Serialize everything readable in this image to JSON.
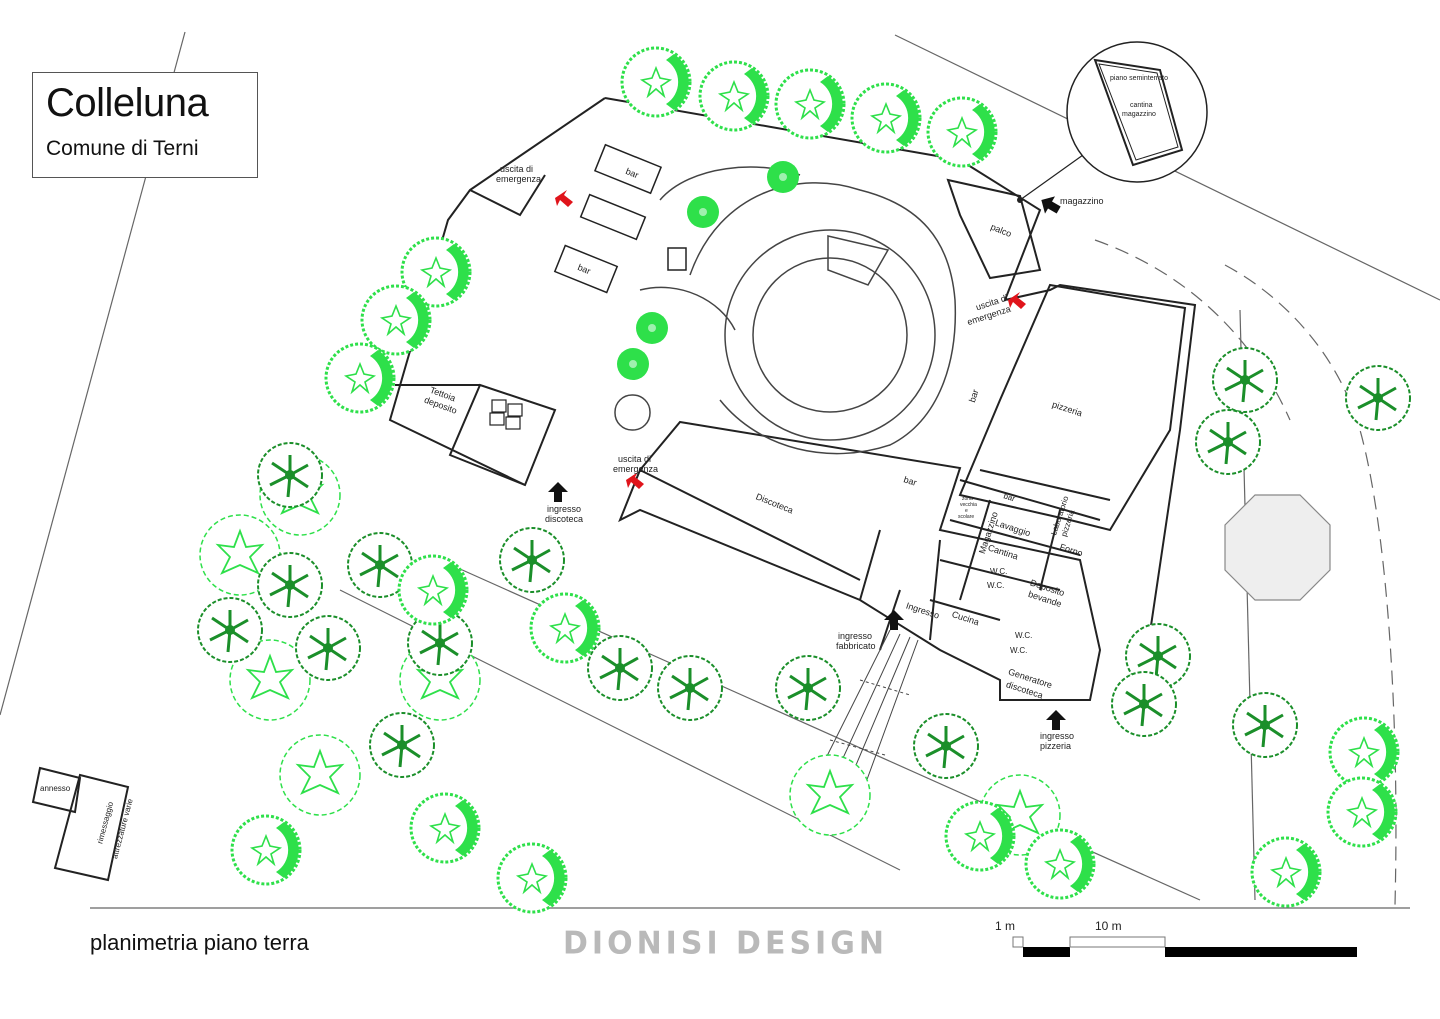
{
  "header": {
    "title": "Colleluna",
    "subtitle": "Comune di Terni"
  },
  "inset": {
    "level": "piano seminterrato",
    "room_line1": "cantina",
    "room_line2": "magazzino"
  },
  "rooms": {
    "bar_1": "bar",
    "bar_2": "bar",
    "bar_3": "bar",
    "bar_4": "bar",
    "bar_5": "bar",
    "palco": "palco",
    "pizzeria": "pizzeria",
    "discoteca": "Discoteca",
    "tettoia_line1": "Tettoia",
    "tettoia_line2": "deposito",
    "magazzino": "Magazzino",
    "lavaggio": "Lavaggio",
    "cantina": "Cantina",
    "laboratorio_line1": "Laboratorio",
    "laboratorio_line2": "pizzeria",
    "forno": "Forno",
    "wc": "W.C.",
    "deposito_line1": "Deposito",
    "deposito_line2": "bevande",
    "cucina": "Cucina",
    "ingresso": "Ingresso",
    "generatore_line1": "Generatore",
    "generatore_line2": "discoteca",
    "zona_line1": "zona",
    "zona_line2": "vecchia",
    "zona_line3": "e",
    "zona_line4": "scolare",
    "annesso": "annesso",
    "rimessaggio_line1": "rimessaggio",
    "rimessaggio_line2": "attrezzature varie"
  },
  "annotations": {
    "uscita_line1": "uscita di",
    "uscita_line2": "emergenza",
    "magazzino_access": "magazzino",
    "ingresso_discoteca_line1": "ingresso",
    "ingresso_discoteca_line2": "discoteca",
    "ingresso_fabbricato_line1": "ingresso",
    "ingresso_fabbricato_line2": "fabbricato",
    "ingresso_pizzeria_line1": "ingresso",
    "ingresso_pizzeria_line2": "pizzeria"
  },
  "footer": {
    "caption": "planimetria piano terra",
    "brand": "DIONISI DESIGN",
    "scale_small": "1 m",
    "scale_large": "10 m"
  },
  "colors": {
    "tree_light": "#2ee04a",
    "tree_dark": "#1b8f2a",
    "tree_fill": "#7fe39a",
    "emergency_arrow": "#e0141b",
    "entry_arrow": "#111111",
    "wall": "#222222",
    "brand_grey": "#b9b9b9"
  }
}
